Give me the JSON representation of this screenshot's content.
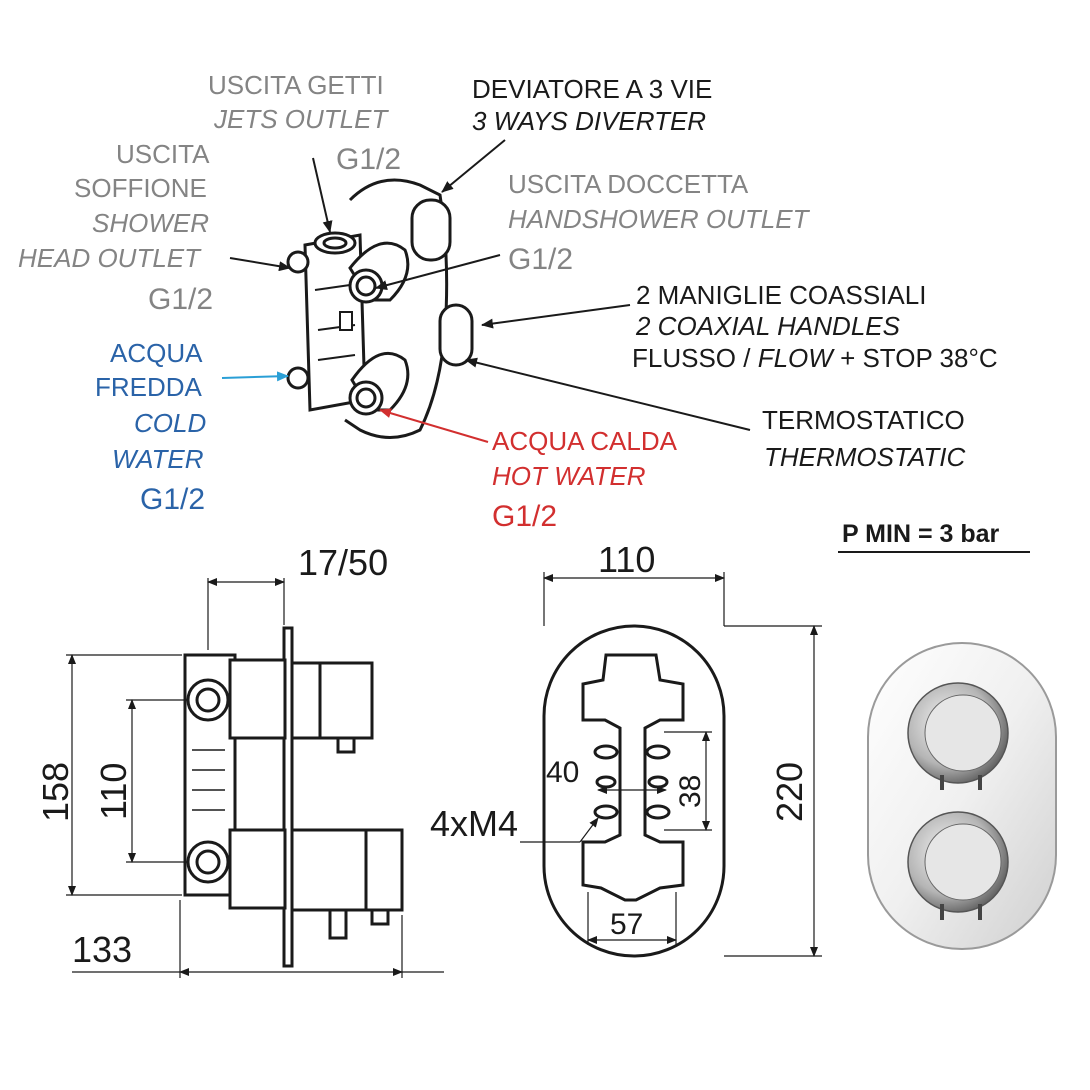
{
  "labels": {
    "jets_outlet_it": "USCITA GETTI",
    "jets_outlet_en": "JETS OUTLET",
    "jets_outlet_size": "G1/2",
    "shower_head_it_1": "USCITA",
    "shower_head_it_2": "SOFFIONE",
    "shower_head_en_1": "SHOWER",
    "shower_head_en_2": "HEAD OUTLET",
    "shower_head_size": "G1/2",
    "cold_water_it_1": "ACQUA",
    "cold_water_it_2": "FREDDA",
    "cold_water_en_1": "COLD",
    "cold_water_en_2": "WATER",
    "cold_water_size": "G1/2",
    "diverter_it": "DEVIATORE A 3 VIE",
    "diverter_en": "3 WAYS DIVERTER",
    "handshower_it": "USCITA DOCCETTA",
    "handshower_en": "HANDSHOWER OUTLET",
    "handshower_size": "G1/2",
    "handles_it": "2 MANIGLIE COASSIALI",
    "handles_en": "2 COAXIAL HANDLES",
    "flow_prefix": "FLUSSO /",
    "flow_word": "FLOW",
    "flow_suffix": "+ STOP 38°C",
    "thermostatic_it": "TERMOSTATICO",
    "thermostatic_en": "THERMOSTATIC",
    "hot_water_it": "ACQUA CALDA",
    "hot_water_en": "HOT WATER",
    "hot_water_size": "G1/2",
    "pmin": "P MIN = 3 bar"
  },
  "dimensions": {
    "depth_range": "17/50",
    "height_body": "158",
    "inlet_spacing": "110",
    "total_depth": "133",
    "plate_width": "110",
    "plate_height": "220",
    "hole_h": "40",
    "hole_v": "38",
    "screws": "4xM4",
    "bottom_width": "57"
  },
  "colors": {
    "gray_text": "#848484",
    "cold": "#2a63a8",
    "hot": "#d22f2f",
    "line": "#1a1a1a"
  }
}
